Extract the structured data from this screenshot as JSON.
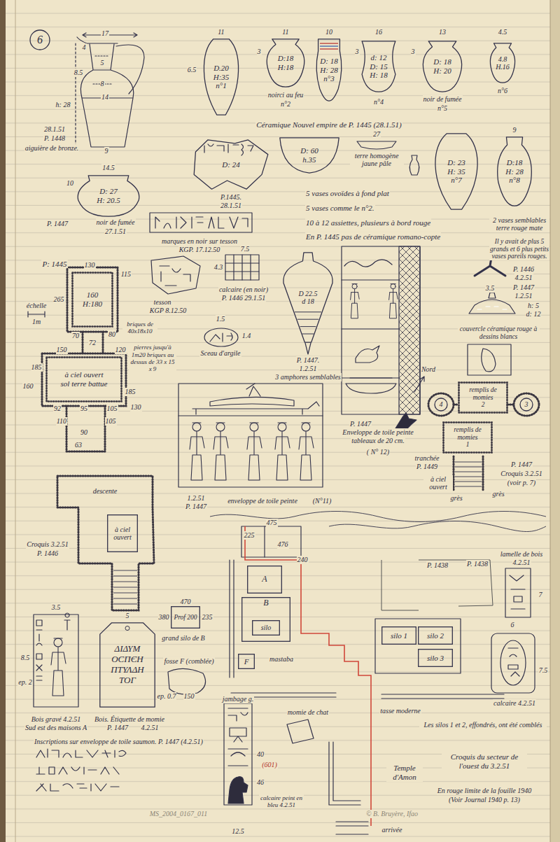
{
  "diagram": {
    "nodes": [
      {
        "text": [
          "6"
        ]
      },
      {
        "text": [
          "D.20",
          "H:35",
          "n°1"
        ]
      },
      {
        "text": [
          "D:18",
          "H:18"
        ]
      },
      {
        "text": [
          "D: 18",
          "H: 28",
          "n°3"
        ]
      },
      {
        "text": [
          "d: 12",
          "D: 15",
          "H: 18"
        ]
      },
      {
        "text": [
          "D: 18",
          "H: 20"
        ]
      },
      {
        "text": [
          "4.8",
          "H.16"
        ]
      },
      {
        "text": [
          "D: 27",
          "H: 20.5"
        ]
      },
      {
        "text": [
          "D: 24"
        ]
      },
      {
        "text": [
          "D: 60",
          "h.35"
        ]
      },
      {
        "text": [
          "D: 23",
          "H: 35",
          "n°7"
        ]
      },
      {
        "text": [
          "D:18",
          "H: 28",
          "n°8"
        ]
      },
      {
        "text": [
          "D 22.5",
          "d 18"
        ]
      },
      {
        "text": [
          "160",
          "H:180"
        ]
      },
      {
        "text": [
          "à ciel ouvert",
          "sol terre battue"
        ]
      },
      {
        "text": [
          "remplis de momies",
          "2"
        ]
      },
      {
        "text": [
          "4"
        ]
      },
      {
        "text": [
          "3"
        ]
      },
      {
        "text": [
          "remplis de momies",
          "1"
        ]
      },
      {
        "text": [
          "descente"
        ]
      },
      {
        "text": [
          "à ciel ouvert"
        ]
      },
      {
        "text": [
          "A"
        ]
      },
      {
        "text": [
          "B"
        ]
      },
      {
        "text": [
          "silo"
        ],
        "in": 22
      },
      {
        "text": [
          "F"
        ]
      },
      {
        "text": [
          "silo 1"
        ]
      },
      {
        "text": [
          "silo 2"
        ]
      },
      {
        "text": [
          "silo 3"
        ]
      },
      {
        "text": [
          "Prof 200"
        ]
      },
      {
        "text": [
          "ΔΙΔΥΜ ΟCΠЄΗ ΠΤΥΛΔΗ ΤΟΓ"
        ]
      }
    ],
    "labels": [
      "17",
      "4",
      "5",
      "8.5",
      "8",
      "14",
      "9",
      "h: 28",
      "28.1.51",
      "P. 1448",
      "aiguière de bronze.",
      "11",
      "11",
      "10",
      "16",
      "13",
      "4.5",
      "6.5",
      "3",
      "3",
      "3",
      "noirci au feu",
      "n°2",
      "n°4",
      "noir de fumée",
      "n°5",
      "n°6",
      "Céramique Nouvel empire de P. 1445 (28.1.51)",
      "14.5",
      "10",
      "P. 1447",
      "noir de fumée",
      "27.1.51",
      "P.1445.",
      "28.1.51",
      "27",
      "terre homogène jaune pâle",
      "9",
      "2 vases semblables terre rouge mate",
      "Il y avait de plus 5 grands et 6 plus petits vases pareils rouges.",
      "5 vases ovoïdes à fond plat",
      "5 vases comme le n°2.",
      "10 à 12 assiettes, plusieurs à bord rouge",
      "En P. 1445 pas de céramique romano-copte",
      "marques en noir sur tesson",
      "KGP. 17.12.50",
      "tesson",
      "KGP 8.12.50",
      "7.5",
      "4.3",
      "calcaire (en noir)",
      "P. 1446 29.1.51",
      "1.5",
      "1.4",
      "Sceau d'argile",
      "P. 1447.",
      "1.2.51",
      "3 amphores semblables",
      "1.2.51",
      "P. 1447",
      "enveloppe de toile peinte",
      "(N°11)",
      "P. 1447",
      "Enveloppe de toile peinte",
      "tableaux de 20 cm.",
      "( N° 12)",
      "P. 1446",
      "4.2.51",
      "3.5",
      "P. 1447",
      "1.2.51",
      "h: 5",
      "d: 12",
      "couvercle céramique rouge à dessins blancs",
      "Nord",
      "tranchée",
      "P. 1449",
      "à ciel ouvert",
      "grès",
      "grès",
      "P. 1447",
      "Croquis 3.2.51",
      "(voir p. 7)",
      "P: 1445",
      "130",
      "115",
      "265",
      "échelle",
      "1m",
      "70",
      "72",
      "80",
      "briques de 40x18x10",
      "150",
      "120",
      "160",
      "185",
      "185",
      "pierres jusqu'à 1m20 briques au dessus de 33 x 15 x 9",
      "92",
      "95",
      "105",
      "110",
      "90",
      "105",
      "130",
      "63",
      "Croquis 3.2.51",
      "P. 1446",
      "3.5",
      "8.5",
      "ep. 2",
      "Bois gravé 4.2.51",
      "Sud est des maisons A",
      "5",
      "ep. 0.7",
      "Bois. Étiquette de momie",
      "P. 1447",
      "4.2.51",
      "Inscriptions sur enveloppe de toile saumon. P. 1447 (4.2.51)",
      "475",
      "225",
      "476",
      "240",
      "P. 1438",
      "P. 1438",
      "mastaba",
      "470",
      "235",
      "380",
      "grand silo de B",
      "fosse F (comblée)",
      "150",
      "momie de chat",
      "tasse moderne",
      "Les silos 1 et 2, effondrés, ont été comblés",
      "Temple d'Amon",
      "Croquis du secteur de l'ouest du 3.2.51",
      "En rouge limite de la fouille 1940",
      "(Voir Journal 1940 p. 13)",
      "arrivée",
      "jambage g.",
      "(601)",
      "40",
      "46",
      "calcaire peint en bleu 4.2.51",
      "12.5",
      "lamelle de bois",
      "4.2.51",
      "7",
      "6",
      "7.5",
      "calcaire 4.2.51",
      "MS_2004_0167_011",
      "© B. Bruyère, Ifao"
    ]
  }
}
